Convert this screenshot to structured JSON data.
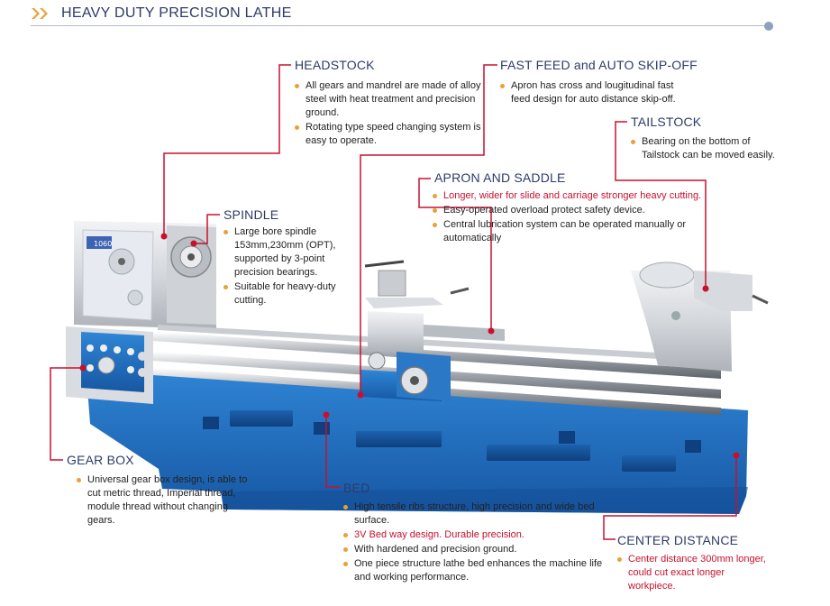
{
  "header": {
    "title": "HEAVY DUTY PRECISION LATHE"
  },
  "colors": {
    "accent": "#e8a13a",
    "title": "#2d3b67",
    "leader": "#c8102e",
    "bed": "#1f6bb8"
  },
  "machine": {
    "model_plate": "1060"
  },
  "sections": {
    "headstock": {
      "title": "HEADSTOCK",
      "bullets": [
        "All gears and mandrel are made of alloy steel with heat treatment and precision ground.",
        "Rotating type speed changing system is easy to operate."
      ]
    },
    "fast_feed": {
      "title": "FAST FEED and AUTO SKIP-OFF",
      "bullets": [
        "Apron has cross and lougitudinal fast feed design for auto distance skip-off."
      ]
    },
    "tailstock": {
      "title": "TAILSTOCK",
      "bullets": [
        "Bearing on the bottom of Tailstock can be moved easily."
      ]
    },
    "apron": {
      "title": "APRON AND SADDLE",
      "bullets": [
        "Longer, wider for slide and carriage stronger heavy cutting.",
        "Easy-operated overload protect safety device.",
        "Central lubrication system can be operated manually or automatically"
      ]
    },
    "spindle": {
      "title": "SPINDLE",
      "bullets": [
        "Large bore spindle 153mm,230mm (OPT), supported by 3-point precision bearings.",
        "Suitable for heavy-duty cutting."
      ]
    },
    "gearbox": {
      "title": "GEAR BOX",
      "bullets": [
        "Universal gear box design, is able to cut metric thread, Imperial thread, module thread without changing gears."
      ]
    },
    "bed": {
      "title": "BED",
      "bullets": [
        "High tensile ribs structure, high precision and wide bed surface.",
        "3V Bed way design. Durable precision.",
        "With hardened and precision ground.",
        "One piece structure lathe bed enhances the machine life and working performance."
      ]
    },
    "center": {
      "title": "CENTER DISTANCE",
      "bullets": [
        "Center distance 300mm longer, could cut exact longer workpiece."
      ]
    }
  }
}
